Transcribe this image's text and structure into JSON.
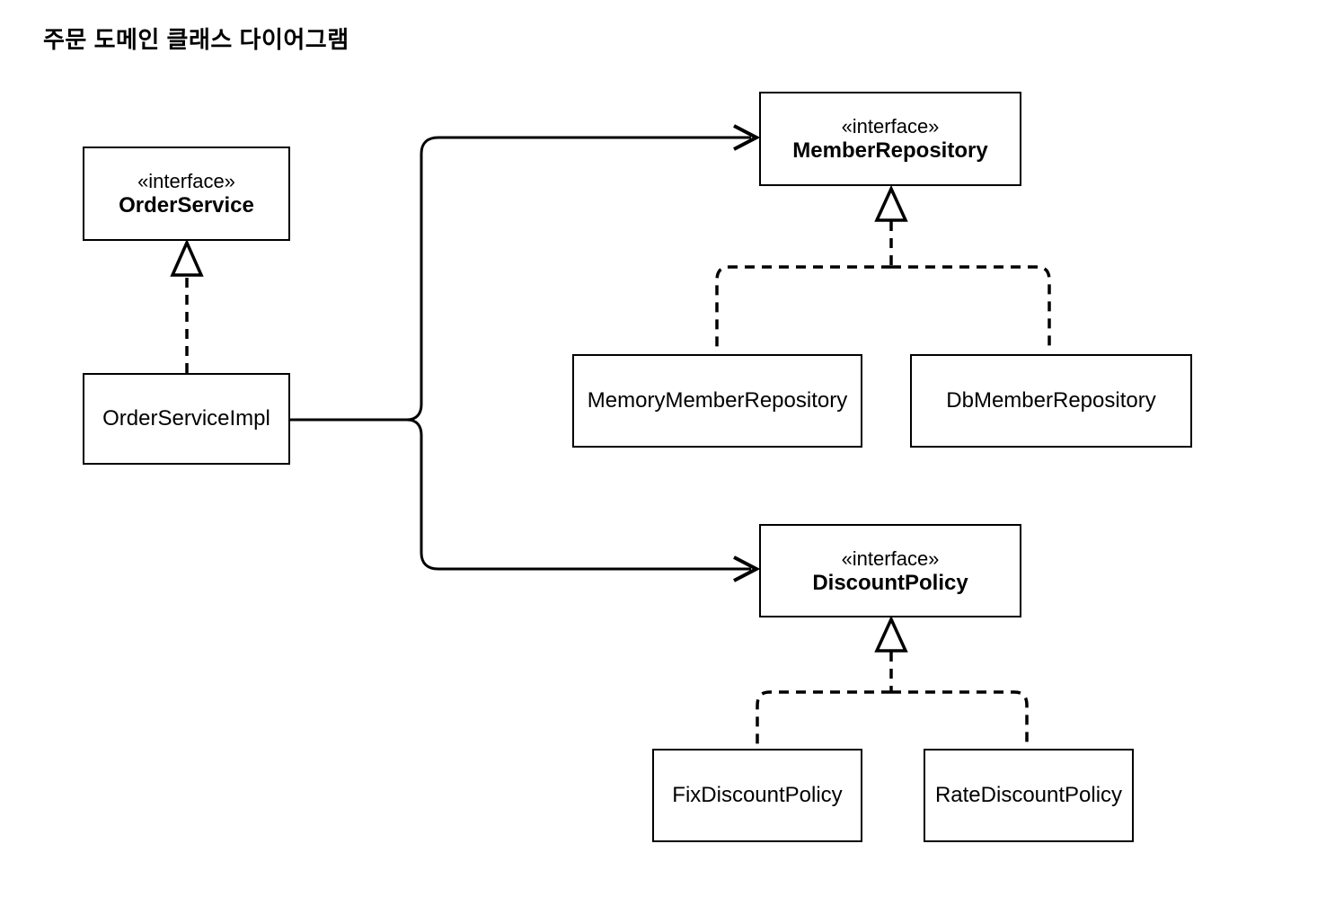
{
  "title": "주문 도메인 클래스 다이어그램",
  "nodes": {
    "order_service": {
      "stereotype": "«interface»",
      "name": "OrderService"
    },
    "order_service_impl": {
      "name": "OrderServiceImpl"
    },
    "member_repository": {
      "stereotype": "«interface»",
      "name": "MemberRepository"
    },
    "memory_member_repository": {
      "name": "MemoryMemberRepository"
    },
    "db_member_repository": {
      "name": "DbMemberRepository"
    },
    "discount_policy": {
      "stereotype": "«interface»",
      "name": "DiscountPolicy"
    },
    "fix_discount_policy": {
      "name": "FixDiscountPolicy"
    },
    "rate_discount_policy": {
      "name": "RateDiscountPolicy"
    }
  },
  "relationships": {
    "realization_note": "dashed line + hollow triangle = implements",
    "dependency_note": "solid line + open arrow = depends on"
  },
  "colors": {
    "line": "#000000",
    "box_border": "#000000",
    "box_fill": "#ffffff",
    "text": "#000000",
    "background": "#ffffff"
  }
}
